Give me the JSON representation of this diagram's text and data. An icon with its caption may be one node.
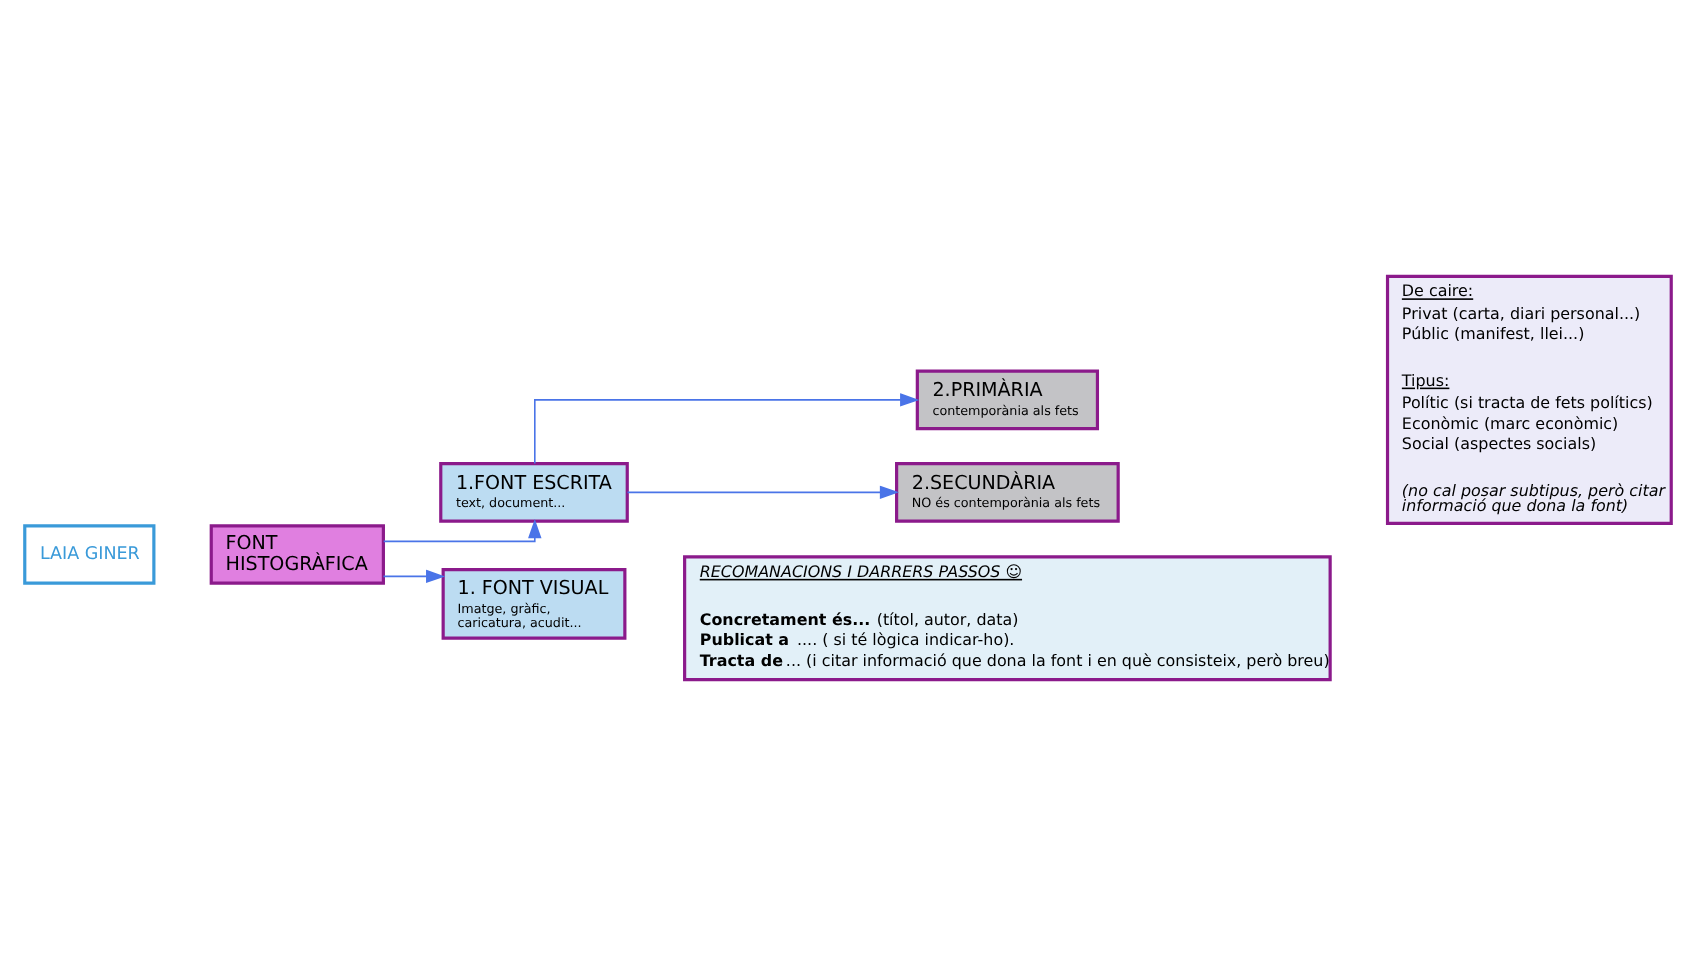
{
  "diagram": {
    "nodes": [
      {
        "text": [
          "LAIA GINER"
        ]
      },
      {
        "text": [
          "FONT HISTOGRÀFICA"
        ]
      },
      {
        "text": [
          "1.FONT ESCRITA",
          "text, document..."
        ]
      },
      {
        "text": [
          "2.PRIMÀRIA",
          "contemporània als fets"
        ]
      },
      {
        "text": [
          "2.SECUNDÀRIA",
          "NO és contemporània als fets"
        ]
      },
      {
        "text": [
          "1. FONT VISUAL",
          "Imatge, gràfic, caricatura, acudit..."
        ]
      },
      {
        "text": [
          "De caire:",
          "Privat (carta, diari personal...)",
          "Públic (manifest, llei...)",
          "Tipus:",
          "Polític (si tracta de fets polítics)",
          "Econòmic (marc econòmic)",
          "Social (aspectes socials)",
          "(no cal posar subtipus, però citar informació que dona la font)"
        ]
      },
      {
        "text": [
          "RECOMANACIONS I DARRERS PASSOS ☺",
          "**Concretament és...** (títol, autor, data)",
          "**Publicat a** .... ( si té lògica indicar-ho).",
          "**Tracta de**... (i citar informació que dona la font i en què consisteix, però breu)"
        ]
      }
    ],
    "edges": [
      {
        "from": 1,
        "to": 2,
        "arrow": "to"
      },
      {
        "from": 1,
        "to": 5,
        "arrow": "to"
      },
      {
        "from": 2,
        "to": 3,
        "arrow": "to"
      },
      {
        "from": 2,
        "to": 4,
        "arrow": "to"
      }
    ]
  }
}
